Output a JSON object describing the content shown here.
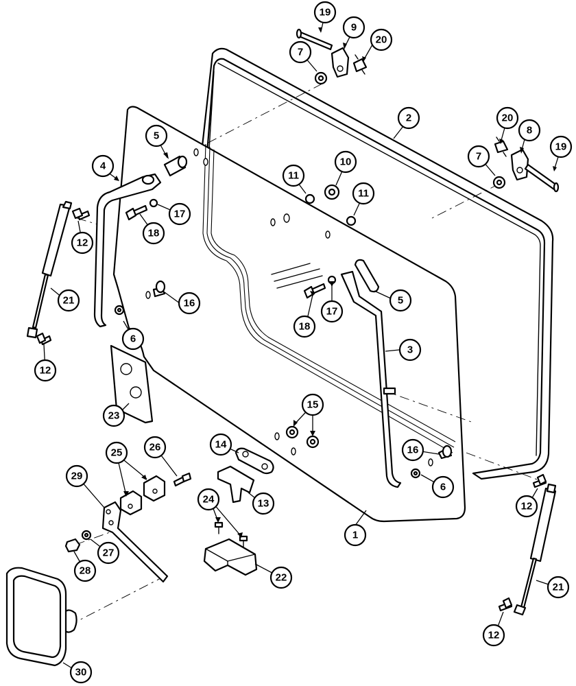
{
  "callouts": [
    "1",
    "2",
    "3",
    "4",
    "5",
    "5",
    "6",
    "6",
    "7",
    "7",
    "8",
    "9",
    "10",
    "11",
    "11",
    "12",
    "12",
    "12",
    "12",
    "13",
    "14",
    "15",
    "16",
    "16",
    "17",
    "17",
    "18",
    "18",
    "19",
    "19",
    "20",
    "20",
    "21",
    "21",
    "22",
    "23",
    "24",
    "25",
    "26",
    "27",
    "28",
    "29",
    "30"
  ],
  "colors": {
    "line": "#000000",
    "paper": "#ffffff"
  }
}
